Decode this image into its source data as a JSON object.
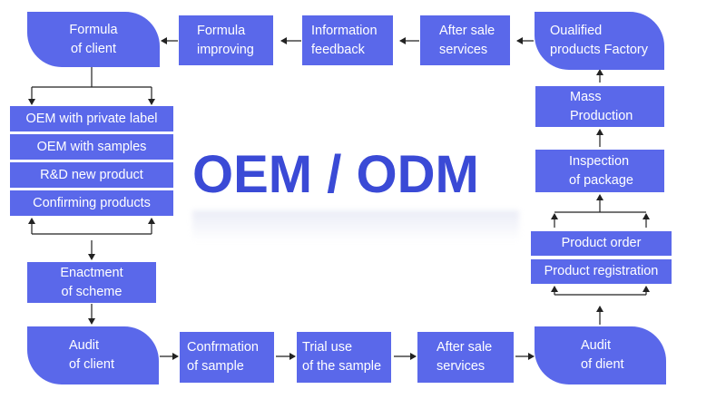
{
  "diagram": {
    "title": "OEM / ODM",
    "nodes": {
      "formula_of_client": [
        "Formula",
        "of client"
      ],
      "formula_improving": [
        "Formula",
        "improving"
      ],
      "information_feedback": [
        "Information",
        "feedback"
      ],
      "after_sale_services_top": [
        "After sale",
        "services"
      ],
      "qualified_products_factory": [
        "Oualified",
        "products Factory"
      ],
      "oem_private_label": [
        "OEM with private label"
      ],
      "oem_with_samples": [
        "OEM with samples"
      ],
      "rd_new_product": [
        "R&D new product"
      ],
      "confirming_products": [
        "Confirming products"
      ],
      "enactment_of_scheme": [
        "Enactment",
        "of scheme"
      ],
      "audit_of_client": [
        "Audit",
        "of client"
      ],
      "confirmation_of_sample": [
        "Confrmation",
        "of sample"
      ],
      "trial_use_of_sample": [
        "Trial use",
        "of the sample"
      ],
      "after_sale_services_bottom": [
        "After sale",
        "services"
      ],
      "audit_of_dient": [
        "Audit",
        "of dient"
      ],
      "product_registration": [
        "Product registration"
      ],
      "product_order": [
        "Product order"
      ],
      "inspection_of_package": [
        "Inspection",
        "of package"
      ],
      "mass_production": [
        "Mass",
        "Production"
      ]
    }
  },
  "colors": {
    "box_fill": "#5a68ea",
    "box_text": "#ffffff",
    "title": "#3a4ad6",
    "connector": "#222222"
  }
}
